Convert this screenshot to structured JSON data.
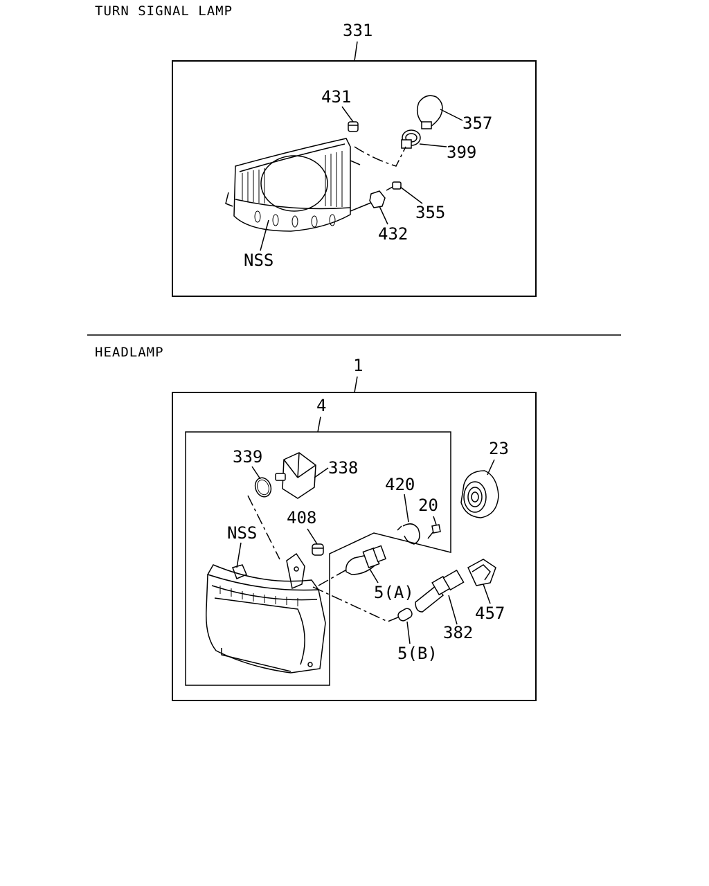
{
  "sections": {
    "turn_signal": {
      "title": "TURN SIGNAL LAMP",
      "assembly_no": "331",
      "parts": {
        "p431": "431",
        "p357": "357",
        "p399": "399",
        "p355": "355",
        "p432": "432",
        "nss": "NSS"
      }
    },
    "headlamp": {
      "title": "HEADLAMP",
      "assembly_no": "1",
      "sub_assembly_no": "4",
      "parts": {
        "p339": "339",
        "p338": "338",
        "p23": "23",
        "p420": "420",
        "p20": "20",
        "p408": "408",
        "nss": "NSS",
        "p5a": "5(A)",
        "p5b": "5(B)",
        "p382": "382",
        "p457": "457"
      }
    }
  }
}
